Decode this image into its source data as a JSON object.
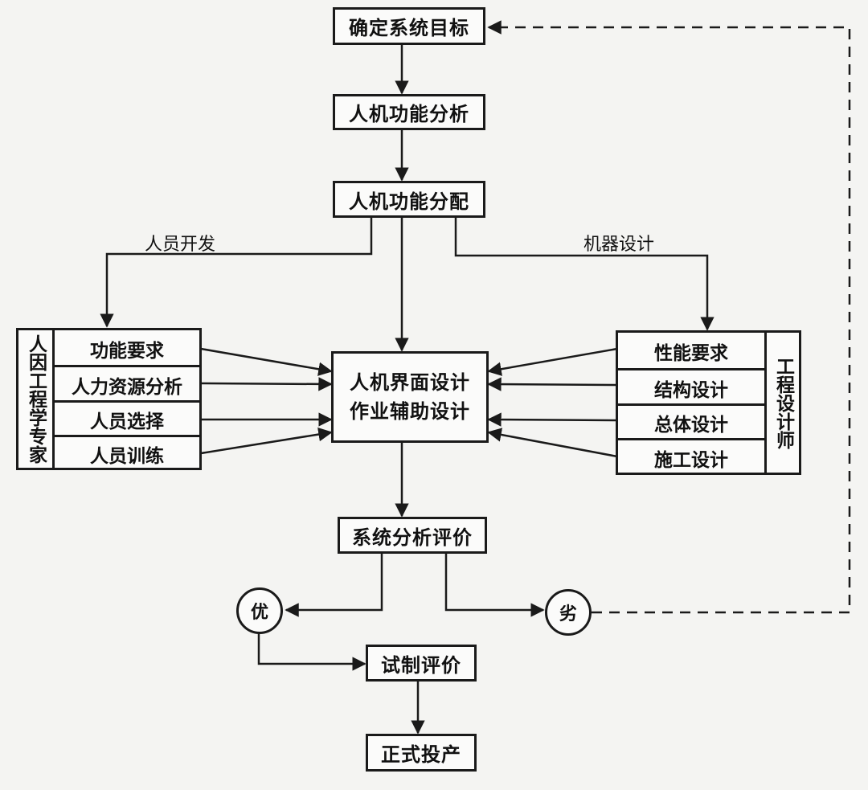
{
  "nodes": {
    "goal": "确定系统目标",
    "analysis": "人机功能分析",
    "allocation": "人机功能分配",
    "interface_line1": "人机界面设计",
    "interface_line2": "作业辅助设计",
    "evaluation": "系统分析评价",
    "good": "优",
    "bad": "劣",
    "trial": "试制评价",
    "production": "正式投产"
  },
  "left_group": {
    "label": "人因工程学专家",
    "items": [
      "功能要求",
      "人力资源分析",
      "人员选择",
      "人员训练"
    ]
  },
  "right_group": {
    "label": "工程设计师",
    "items": [
      "性能要求",
      "结构设计",
      "总体设计",
      "施工设计"
    ]
  },
  "edge_labels": {
    "left_branch": "人员开发",
    "right_branch": "机器设计"
  },
  "colors": {
    "line": "#1a1a1a",
    "background": "#f4f4f2"
  }
}
